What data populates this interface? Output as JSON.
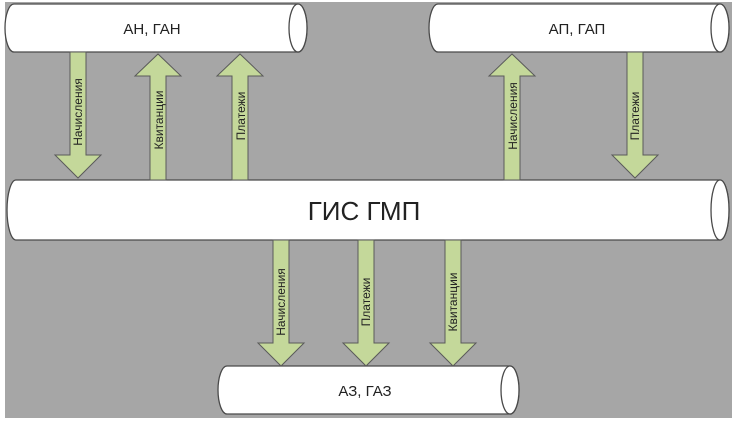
{
  "colors": {
    "background": "#a6a6a6",
    "pipe_fill": "#ffffff",
    "pipe_stroke": "#4a4a4a",
    "arrow_fill": "#c4d89a",
    "arrow_stroke": "#5a5a5a",
    "text": "#222222"
  },
  "nodes": {
    "an_gan": "АН, ГАН",
    "ap_gap": "АП, ГАП",
    "gis_gmp": "ГИС ГМП",
    "az_gaz": "АЗ, ГАЗ"
  },
  "flows": [
    {
      "id": "an-nachisleniya",
      "label": "Начисления",
      "from": "АН, ГАН",
      "to": "ГИС ГМП"
    },
    {
      "id": "an-kvitantsii",
      "label": "Квитанции",
      "from": "ГИС ГМП",
      "to": "АН, ГАН"
    },
    {
      "id": "an-platezhi",
      "label": "Платежи",
      "from": "ГИС ГМП",
      "to": "АН, ГАН"
    },
    {
      "id": "ap-nachisleniya",
      "label": "Начисления",
      "from": "ГИС ГМП",
      "to": "АП, ГАП"
    },
    {
      "id": "ap-platezhi",
      "label": "Платежи",
      "from": "АП, ГАП",
      "to": "ГИС ГМП"
    },
    {
      "id": "az-nachisleniya",
      "label": "Начисления",
      "from": "ГИС ГМП",
      "to": "АЗ, ГАЗ"
    },
    {
      "id": "az-platezhi",
      "label": "Платежи",
      "from": "ГИС ГМП",
      "to": "АЗ, ГАЗ"
    },
    {
      "id": "az-kvitantsii",
      "label": "Квитанции",
      "from": "ГИС ГМП",
      "to": "АЗ, ГАЗ"
    }
  ]
}
